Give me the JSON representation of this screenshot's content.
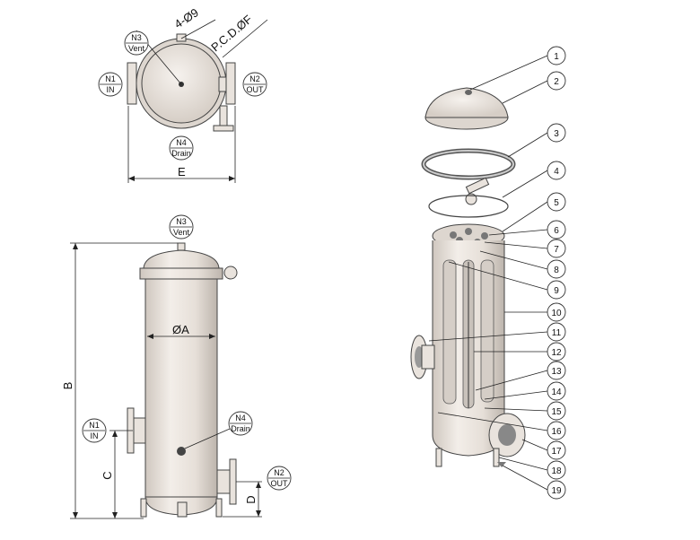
{
  "top_view": {
    "bolt_holes": "4-Ø9",
    "pcd": "P.C.D.ØF",
    "dimension_e": "E",
    "nozzles": [
      {
        "id": "N3",
        "name": "Vent"
      },
      {
        "id": "N1",
        "name": "IN"
      },
      {
        "id": "N2",
        "name": "OUT"
      },
      {
        "id": "N4",
        "name": "Drain"
      }
    ]
  },
  "side_view": {
    "diameter": "ØA",
    "dimension_b": "B",
    "dimension_c": "C",
    "dimension_d": "D",
    "nozzles": [
      {
        "id": "N3",
        "name": "Vent"
      },
      {
        "id": "N1",
        "name": "IN"
      },
      {
        "id": "N4",
        "name": "Drain"
      },
      {
        "id": "N2",
        "name": "OUT"
      }
    ]
  },
  "exploded_view": {
    "balloons": [
      "1",
      "2",
      "3",
      "4",
      "5",
      "6",
      "7",
      "8",
      "9",
      "10",
      "11",
      "12",
      "13",
      "14",
      "15",
      "16",
      "17",
      "18",
      "19"
    ]
  }
}
